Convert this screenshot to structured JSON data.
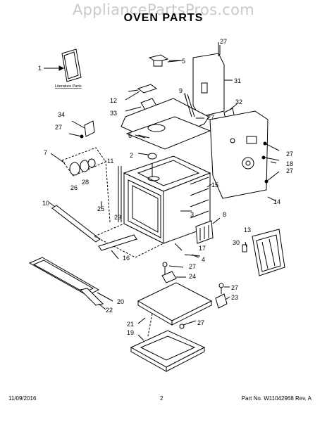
{
  "watermark": "AppliancePartsPros.com",
  "title": "OVEN PARTS",
  "literature_label": "Literature Parts",
  "footer": {
    "date": "11/09/2016",
    "page": "2",
    "part_info": "Part No. W11042968  Rev. A"
  },
  "callouts": [
    "1",
    "2",
    "3",
    "4",
    "5",
    "6",
    "7",
    "8",
    "9",
    "10",
    "11",
    "12",
    "13",
    "14",
    "15",
    "16",
    "17",
    "18",
    "19",
    "20",
    "21",
    "22",
    "23",
    "24",
    "25",
    "26",
    "27",
    "28",
    "29",
    "30",
    "31",
    "32",
    "33",
    "34"
  ]
}
